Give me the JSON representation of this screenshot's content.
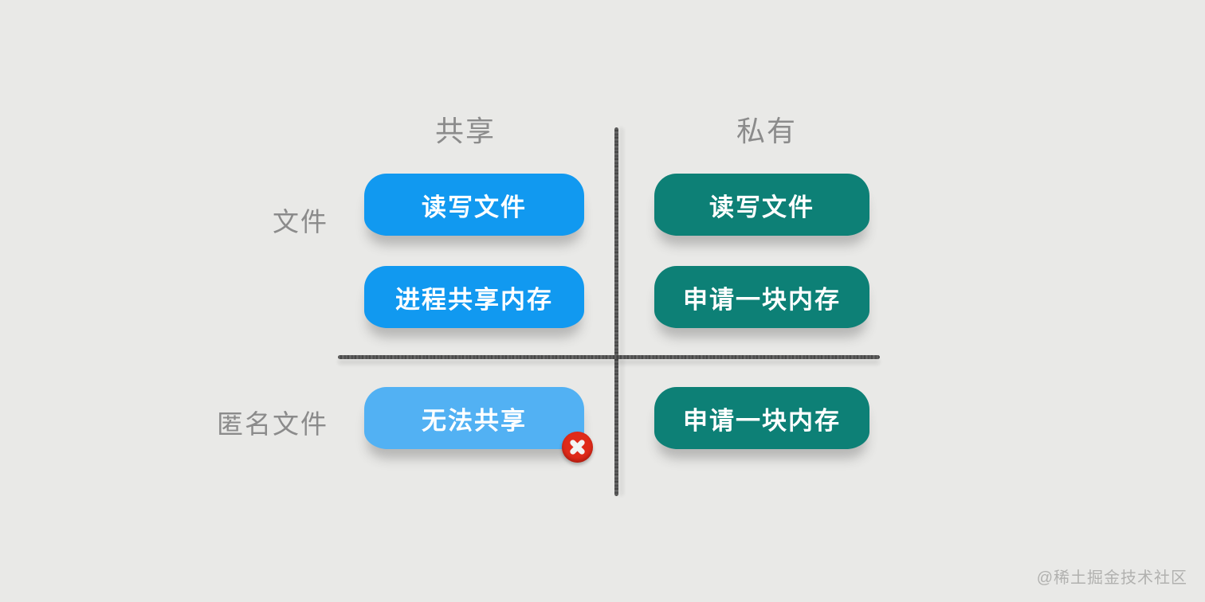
{
  "diagram": {
    "title_hint": "mmap shared vs private / file vs anonymous quadrant diagram",
    "columns": [
      {
        "label": "共享"
      },
      {
        "label": "私有"
      }
    ],
    "rows": [
      {
        "label": "文件"
      },
      {
        "label": "匿名文件"
      }
    ],
    "boxes": [
      {
        "id": "shared-file-read-write",
        "quadrant": "共享+文件",
        "label": "读写文件",
        "color": "#1199f0"
      },
      {
        "id": "shared-file-ipc-memory",
        "quadrant": "共享+文件",
        "label": "进程共享内存",
        "color": "#1199f0"
      },
      {
        "id": "private-file-read-write",
        "quadrant": "私有+文件",
        "label": "读写文件",
        "color": "#0d8076"
      },
      {
        "id": "private-file-alloc-memory",
        "quadrant": "私有+文件",
        "label": "申请一块内存",
        "color": "#0d8076"
      },
      {
        "id": "shared-anon-no-share",
        "quadrant": "共享+匿名文件",
        "label": "无法共享",
        "color": "#52b1f3",
        "badge": "cross"
      },
      {
        "id": "private-anon-alloc-memory",
        "quadrant": "私有+匿名文件",
        "label": "申请一块内存",
        "color": "#0d8076"
      }
    ],
    "colors": {
      "background": "#e9e9e7",
      "blue_box": "#1199f0",
      "teal_box": "#0d8076",
      "light_blue_box": "#52b1f3",
      "badge_red": "#df2b1a",
      "label_gray": "#8b8b8b",
      "axis_gray": "#3a3a3a"
    }
  },
  "watermark": {
    "text": "@稀土掘金技术社区"
  }
}
